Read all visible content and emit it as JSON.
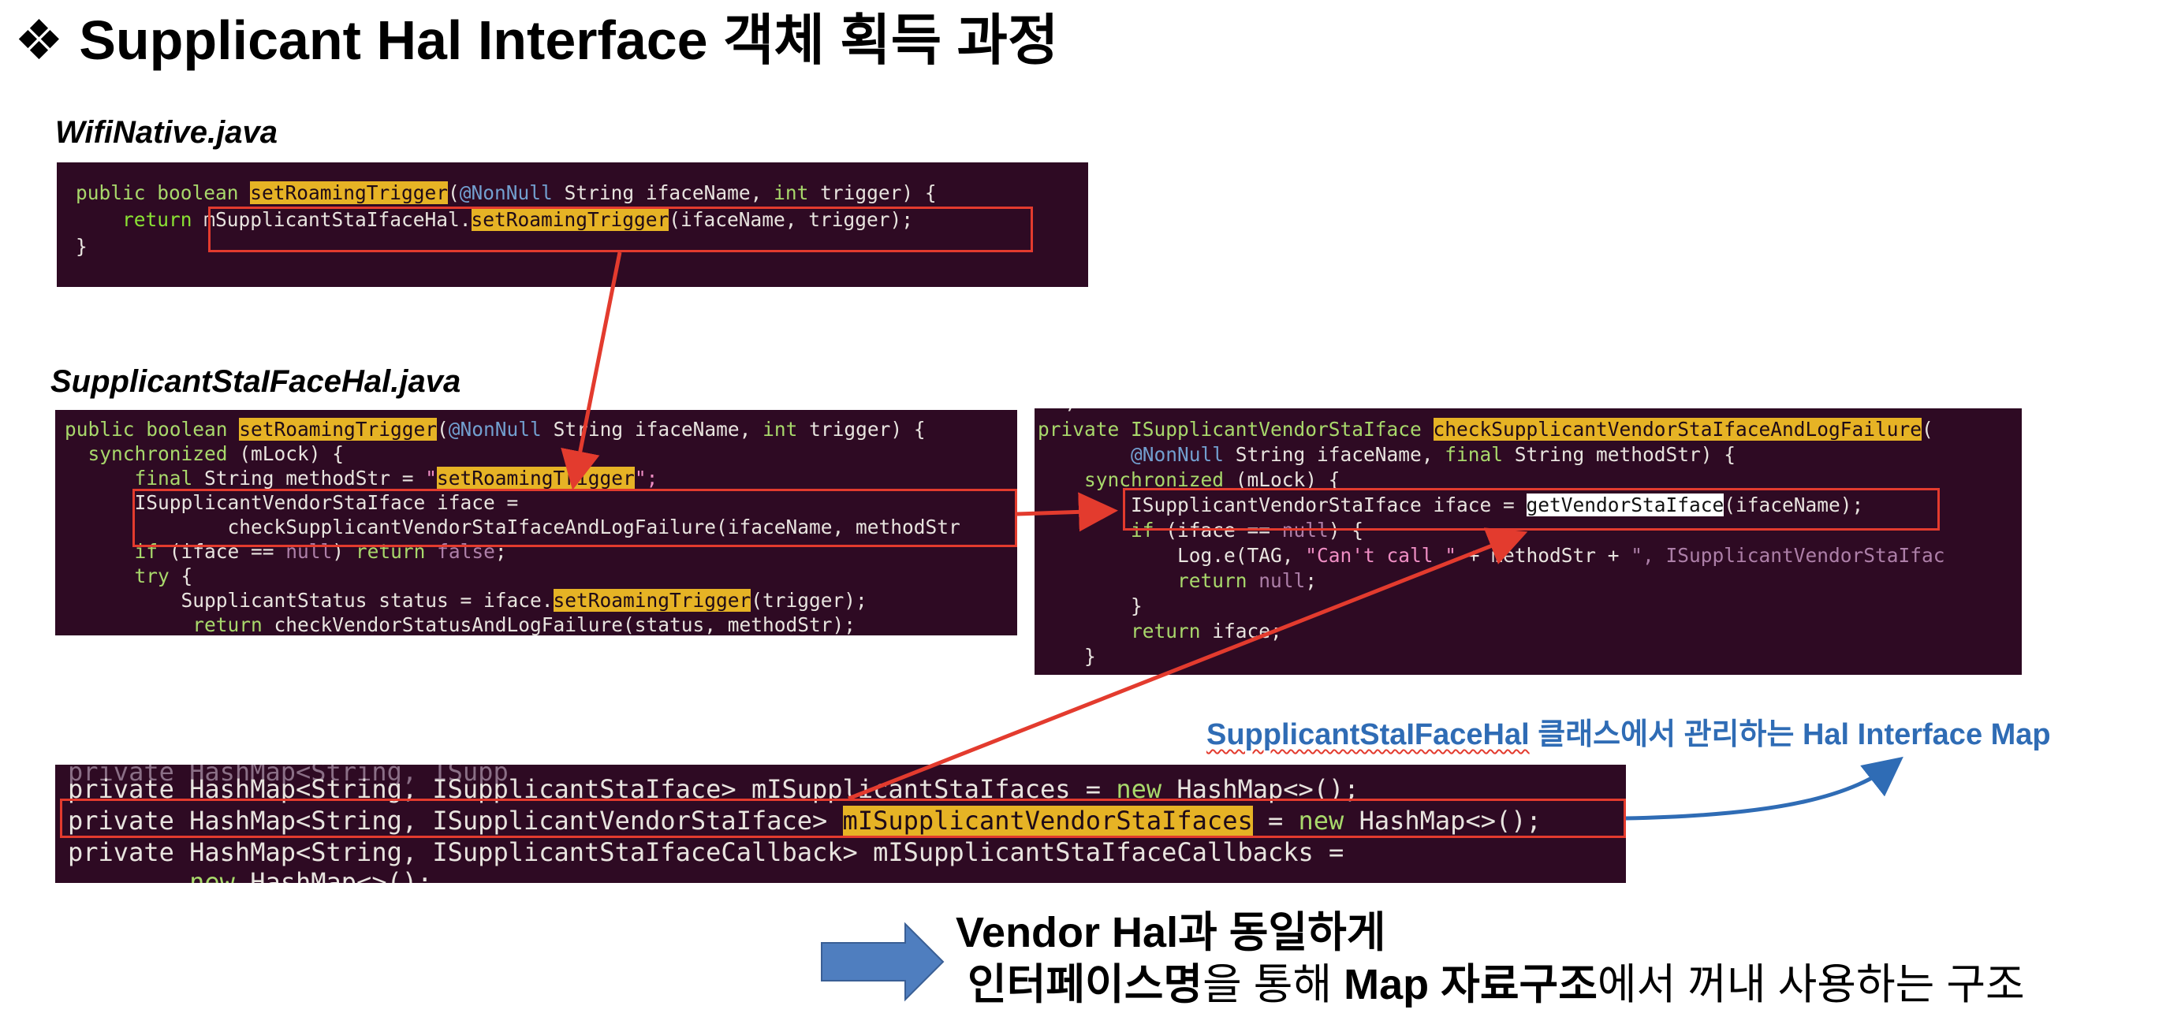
{
  "title": "❖ Supplicant Hal Interface 객체 획득 과정",
  "labels": {
    "wifinative": "WifiNative.java",
    "stahal": "SupplicantStaIFaceHal.java"
  },
  "code1": {
    "l1": [
      "public boolean ",
      "setRoamingTrigger",
      "(",
      "@NonNull",
      " String ifaceName, ",
      "int",
      " trigger) {"
    ],
    "l2": [
      "    return ",
      "mSupplicantStaIfaceHal.",
      "setRoamingTrigger",
      "(ifaceName, trigger);"
    ],
    "l3": "}"
  },
  "code2": {
    "l1": [
      "public boolean ",
      "setRoamingTrigger",
      "(",
      "@NonNull",
      " String ifaceName, ",
      "int",
      " trigger) {"
    ],
    "l2": [
      "  synchronized",
      " (mLock) {"
    ],
    "l3": [
      "      final",
      " String methodStr = ",
      "\"",
      "setRoamingTrigger",
      "\";"
    ],
    "l4": "      ISupplicantVendorStaIface iface =",
    "l5": "              checkSupplicantVendorStaIfaceAndLogFailure(ifaceName, methodStr",
    "l6": [
      "      if",
      " (iface == ",
      "null",
      ") ",
      "return",
      " ",
      "false",
      ";"
    ],
    "l7": [
      "      try",
      " {"
    ],
    "l8": [
      "          SupplicantStatus status = iface.",
      "setRoamingTrigger",
      "(trigger);"
    ],
    "l9": [
      "           return",
      " checkVendorStatusAndLogFailure(status, methodStr);"
    ]
  },
  "code3": {
    "l0": "  /",
    "l1": [
      "private ISupplicantVendorStaIface ",
      "checkSupplicantVendorStaIfaceAndLogFailure",
      "("
    ],
    "l2": [
      "        @NonNull",
      " String ifaceName, ",
      "final",
      " String methodStr) {"
    ],
    "l3": [
      "    synchronized",
      " (mLock) {"
    ],
    "l4": [
      "        ISupplicantVendorStaIface iface = ",
      "getVendorStaIface",
      "(ifaceName);"
    ],
    "l5": [
      "        if",
      " (iface == ",
      "null",
      ") {"
    ],
    "l6": [
      "            Log.e(TAG, ",
      "\"Can't call \"",
      " + methodStr + ",
      "\", ISupplicantVendorStaIfac"
    ],
    "l7": [
      "            return",
      " ",
      "null",
      ";"
    ],
    "l8": "        }",
    "l9": [
      "        return",
      " iface;"
    ],
    "l10": "    }"
  },
  "code4": {
    "l1": [
      "private HashMap<String, ISupplicantStaIface> mISupplicantStaIfaces = ",
      "new",
      " HashMap<>();"
    ],
    "l2": [
      "private HashMap<String, ISupplicantVendorStaIface> ",
      "m",
      "ISupplicantVendorStaIfaces",
      " = ",
      "new",
      " HashMap<>();"
    ],
    "l3": "private HashMap<String, ISupplicantStaIfaceCallback> mISupplicantStaIfaceCallbacks =",
    "l4": [
      "        ",
      "new",
      " HashMap<>();"
    ]
  },
  "map_caption": {
    "cls": "SupplicantStaIFaceHal",
    "rest": " 클래스에서 관리하는 Hal Interface Map"
  },
  "conclusion": {
    "line1": "Vendor Hal과 동일하게",
    "line2_a": "인터페이스명",
    "line2_b": "을 통해 ",
    "line2_c": "Map 자료구조",
    "line2_d": "에서 꺼내 사용하는 구조"
  },
  "colors": {
    "code_bg": "#2e0a23",
    "highlight": "#e6b325",
    "red_box": "#e33b2e",
    "blue_accent": "#2f6cb5",
    "block_arrow": "#4f7ebf"
  }
}
